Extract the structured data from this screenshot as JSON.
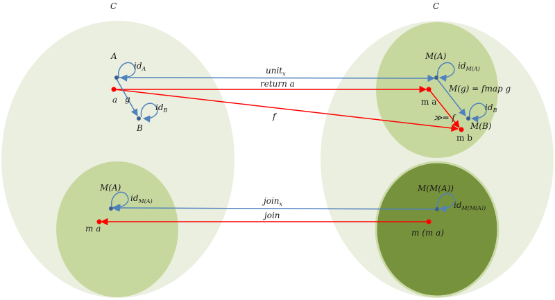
{
  "categories": {
    "left": {
      "label": "C"
    },
    "right": {
      "label": "C"
    }
  },
  "left_top": {
    "object_A": "A",
    "id_A": {
      "base": "id",
      "sub": "A"
    },
    "g": "g",
    "object_B": "B",
    "id_B": {
      "base": "id",
      "sub": "B"
    },
    "value_a": "a"
  },
  "right_top": {
    "object_MA": "M(A)",
    "id_MA": {
      "base": "id",
      "sub": "M(A)"
    },
    "fmap": "M(g) = fmap g",
    "value_ma": "m a",
    "bind": "≫= f",
    "object_MB": "M(B)",
    "id_MB": {
      "base": "id",
      "sub": "B"
    },
    "value_mb": "m b"
  },
  "left_bottom": {
    "object_MA": "M(A)",
    "id_MA": {
      "base": "id",
      "sub": "M(A)"
    },
    "value_ma": "m a"
  },
  "right_bottom": {
    "object_MMA": "M(M(A))",
    "id_MMA": {
      "base": "id",
      "sub": "M(M(A))"
    },
    "value_mma": "m (m a)"
  },
  "arrows": {
    "unit": {
      "base": "unit",
      "sub": "x"
    },
    "return": "return a",
    "f": "f",
    "join_x": {
      "base": "join",
      "sub": "x"
    },
    "join": "join"
  },
  "colors": {
    "outer_ellipse": "#ebefdf",
    "inner_light": "#c7d89f",
    "inner_dark": "#77923c",
    "inner_dark_border": "#cbdaa8",
    "blue": "#4f81bd",
    "blue_dot": "#3c5f8f",
    "red": "#ff0000"
  }
}
